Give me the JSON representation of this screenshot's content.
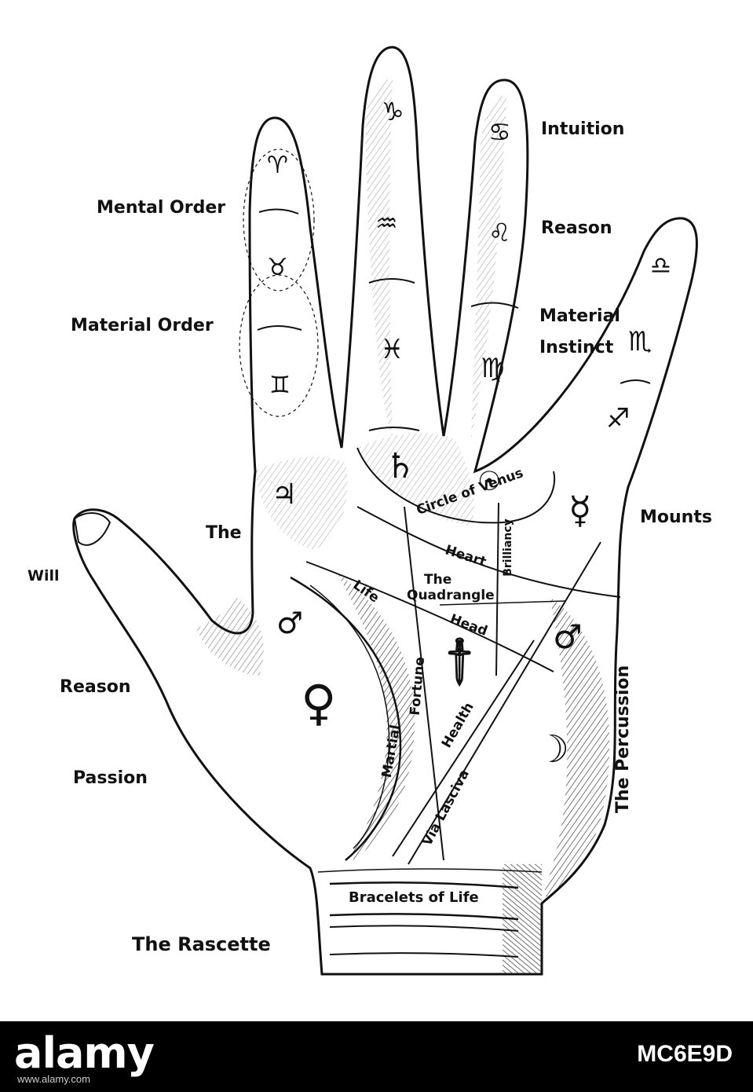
{
  "labels": {
    "mental_order": "Mental Order",
    "material_order": "Material Order",
    "the": "The",
    "will": "Will",
    "reason_left": "Reason",
    "passion": "Passion",
    "rascette": "The Rascette",
    "intuition": "Intuition",
    "reason_right": "Reason",
    "material": "Material",
    "instinct": "Instinct",
    "mounts": "Mounts",
    "percussion": "The Percussion",
    "circle_of_venus": "Circle of Venus",
    "heart": "Heart",
    "the_quad": "The",
    "quadrangle": "Quadrangle",
    "brilliancy": "Brilliancy",
    "life": "Life",
    "head": "Head",
    "fortune": "Fortune",
    "health": "Health",
    "martial": "Martial",
    "via_lasciva": "Via Lasciva",
    "bracelets": "Bracelets of Life"
  },
  "symbols": {
    "aries": "♈",
    "taurus": "♉",
    "gemini": "♊",
    "capricorn": "♑",
    "aquarius": "♒",
    "pisces": "♓",
    "cancer": "♋",
    "leo": "♌",
    "virgo": "♍",
    "libra": "♎",
    "scorpio": "♏",
    "sagittarius": "♐",
    "jupiter": "♃",
    "saturn": "♄",
    "sun": "☉",
    "mercury": "☿",
    "mars_left": "♂",
    "mars_right": "♂",
    "venus": "♀",
    "moon": "☽",
    "dagger": "🗡"
  },
  "footer": {
    "logo": "alamy",
    "url": "www.alamy.com",
    "image_id": "MC6E9D"
  },
  "colors": {
    "ink": "#111111",
    "paper": "#ffffff",
    "band": "#000000"
  }
}
